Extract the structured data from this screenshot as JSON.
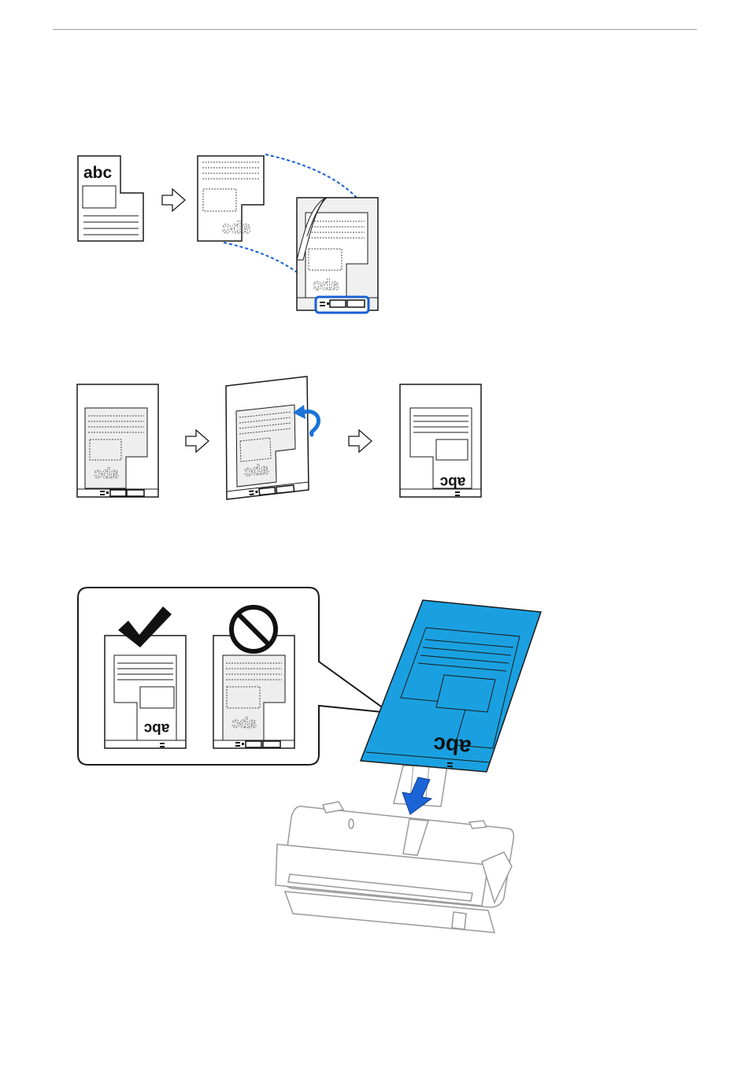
{
  "page": {
    "type": "manual-page-illustrations",
    "header_rule": true
  },
  "figures": [
    {
      "name": "cut-document-to-carrier-sheet",
      "document_label": "abc",
      "cutout_label": "abc",
      "colors": {
        "guide_dash": "#1a5fd6",
        "highlight_box": "#1a5fd6",
        "outline": "#1a1a1a"
      }
    },
    {
      "name": "flip-carrier-sheet",
      "before_label": "abc",
      "after_label": "abc",
      "colors": {
        "rotate_arrow": "#1a73d9",
        "outline": "#1a1a1a"
      }
    },
    {
      "name": "load-carrier-sheet-into-scanner",
      "correct_example_label": "abc",
      "incorrect_example_label": "abc",
      "carrier_label": "abc",
      "colors": {
        "carrier_sheet": "#1aa0e0",
        "load_arrow": "#1a64d8",
        "scanner_outline": "#9a9a9a"
      },
      "icons": [
        "checkmark-icon",
        "prohibited-icon",
        "down-arrow-icon"
      ]
    }
  ]
}
